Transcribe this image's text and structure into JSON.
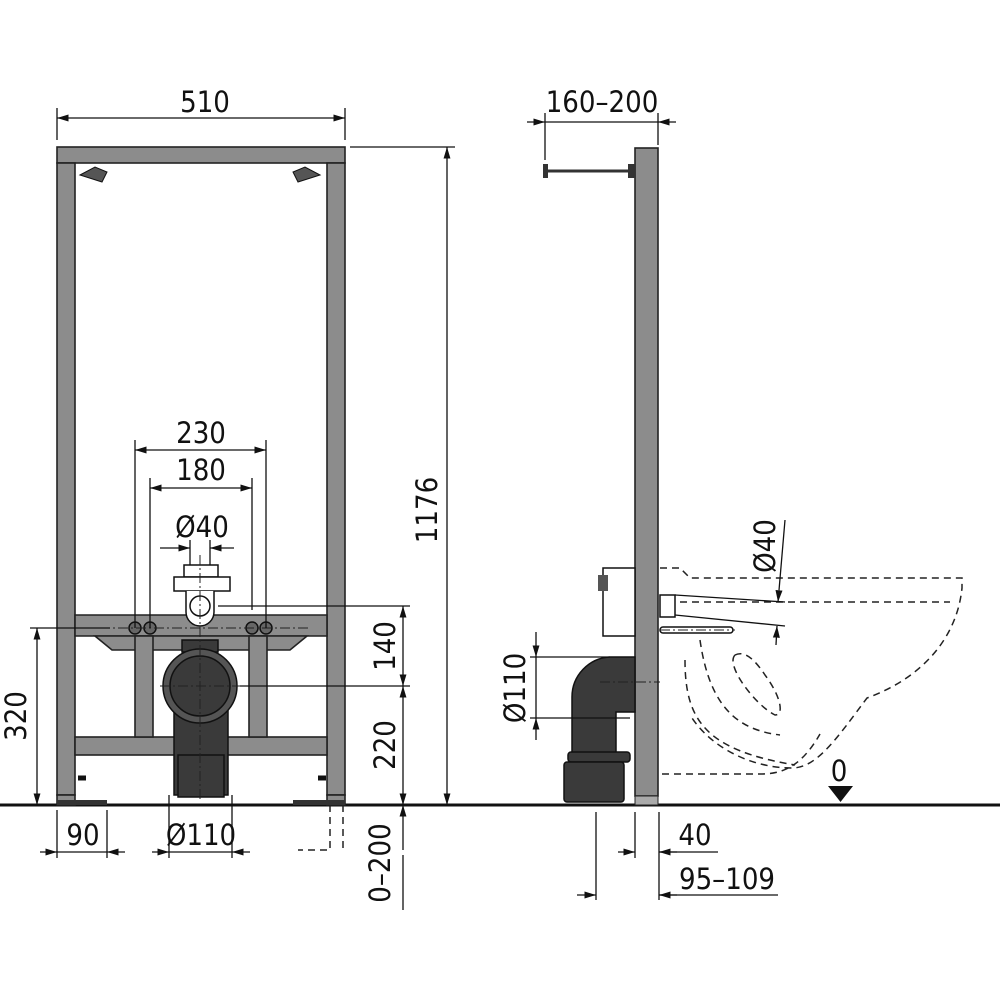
{
  "title": "Bidet installation frame – technical drawing",
  "front_view": {
    "dimensions": {
      "width": "510",
      "height": "1176",
      "outer_connections": "230",
      "inner_connections": "180",
      "water_inlet_diameter": "Ø40",
      "inlet_above_drain": "140",
      "drain_height": "220",
      "connection_height": "320",
      "foot_width": "90",
      "drain_diameter": "Ø110",
      "foot_adjustment": "0–200"
    }
  },
  "side_view": {
    "dimensions": {
      "wall_distance": "160–200",
      "inlet_diameter": "Ø40",
      "drain_diameter": "Ø110",
      "floor_level": "0",
      "frame_depth": "40",
      "drain_offset": "95–109"
    }
  }
}
